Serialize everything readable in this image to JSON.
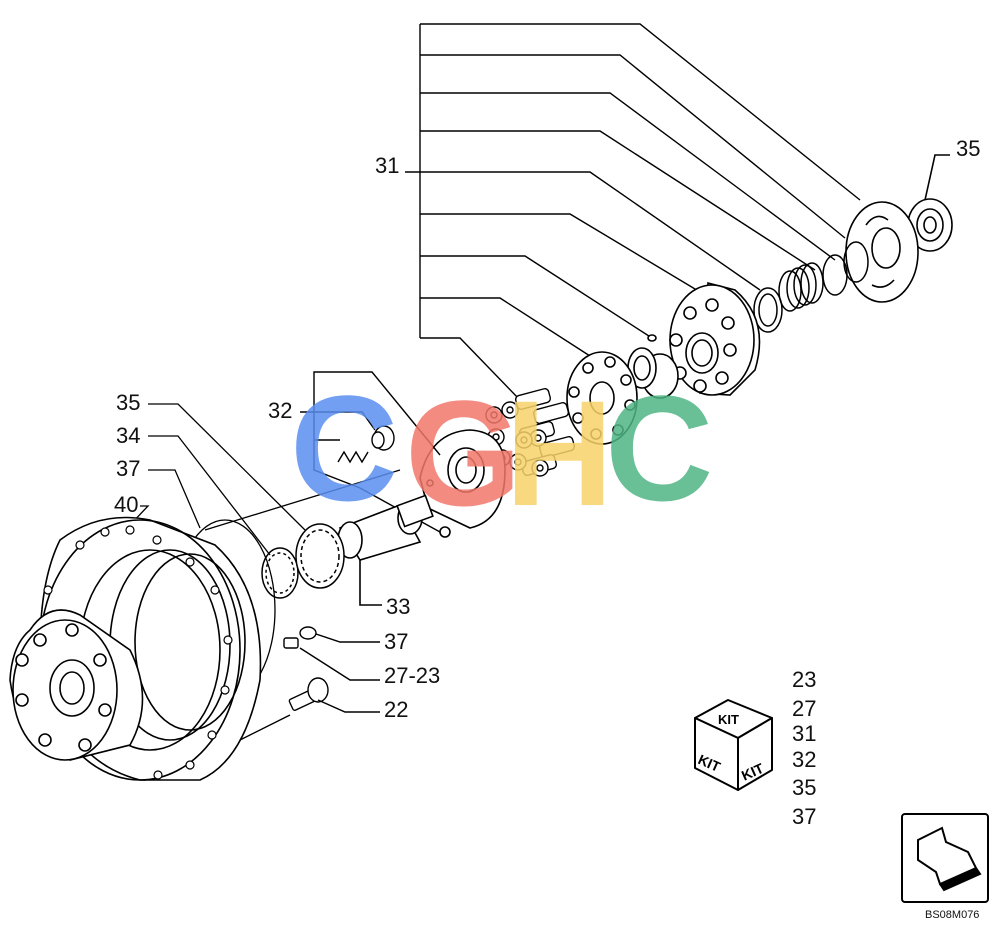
{
  "callouts": {
    "c31": "31",
    "c35_right": "35",
    "c32": "32",
    "c35_left": "35",
    "c34": "34",
    "c37_top": "37",
    "c40": "40",
    "c33": "33",
    "c37_bottom": "37",
    "c27_23": "27-23",
    "c22": "22"
  },
  "kit": {
    "face_text": "KIT",
    "parts": [
      "23",
      "27",
      "31",
      "32",
      "35",
      "37"
    ]
  },
  "watermark": {
    "text": "CGHC",
    "colors": [
      "#5a8ff0",
      "#f2776b",
      "#f7d36a",
      "#4fb584"
    ]
  },
  "drawing_code": "BS08M076"
}
